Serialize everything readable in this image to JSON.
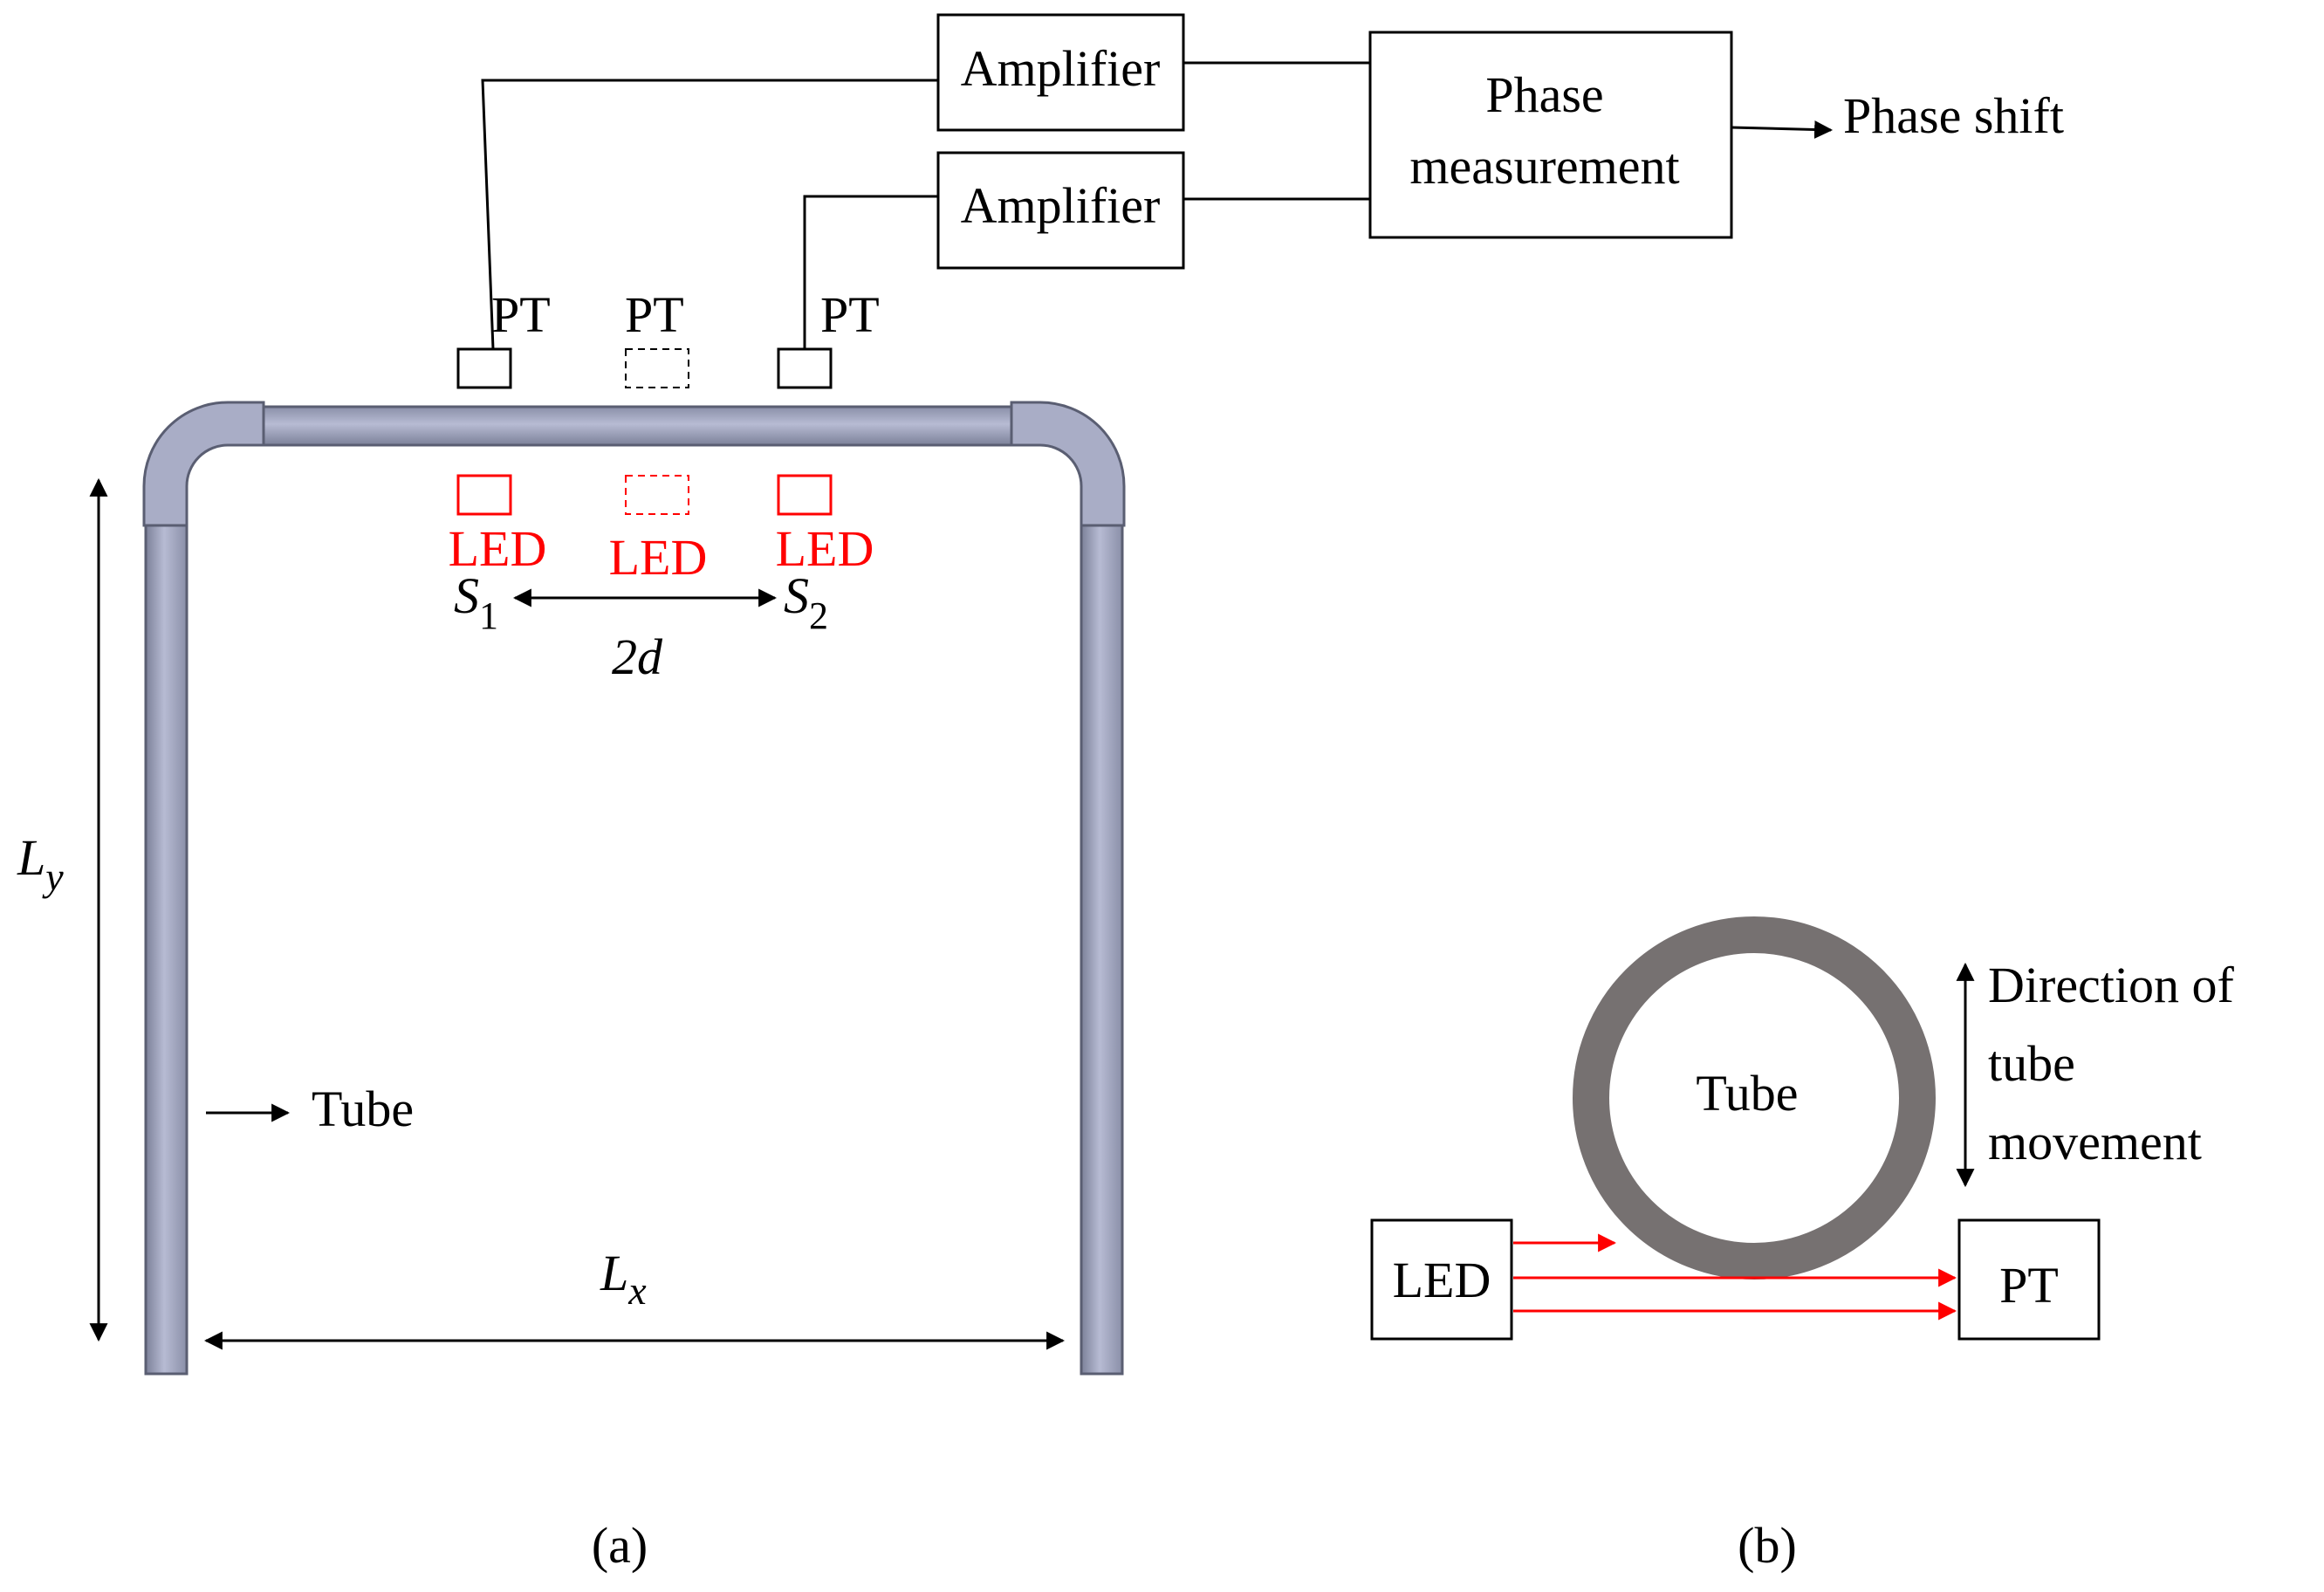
{
  "panel_a": {
    "amplifier_top": "Amplifier",
    "amplifier_bottom": "Amplifier",
    "phase_box_line1": "Phase",
    "phase_box_line2": "measurement",
    "phase_output": "Phase shift",
    "pt_left": "PT",
    "pt_middle": "PT",
    "pt_right": "PT",
    "led_left": "LED",
    "led_middle": "LED",
    "led_right": "LED",
    "s1_symbol": "S",
    "s1_sub": "1",
    "s2_symbol": "S",
    "s2_sub": "2",
    "spacing_label": "2d",
    "ly_symbol": "L",
    "ly_sub": "y",
    "lx_symbol": "L",
    "lx_sub": "x",
    "tube_label": "Tube",
    "caption": "(a)",
    "colors": {
      "tube_fill": "#a9adc6",
      "tube_edge": "#5a5e72",
      "led": "#ff0000"
    }
  },
  "panel_b": {
    "tube_label": "Tube",
    "led_label": "LED",
    "pt_label": "PT",
    "direction_line1": "Direction of",
    "direction_line2": "tube",
    "direction_line3": "movement",
    "caption": "(b)",
    "colors": {
      "ring": "#767171",
      "beam": "#ff0000"
    }
  }
}
